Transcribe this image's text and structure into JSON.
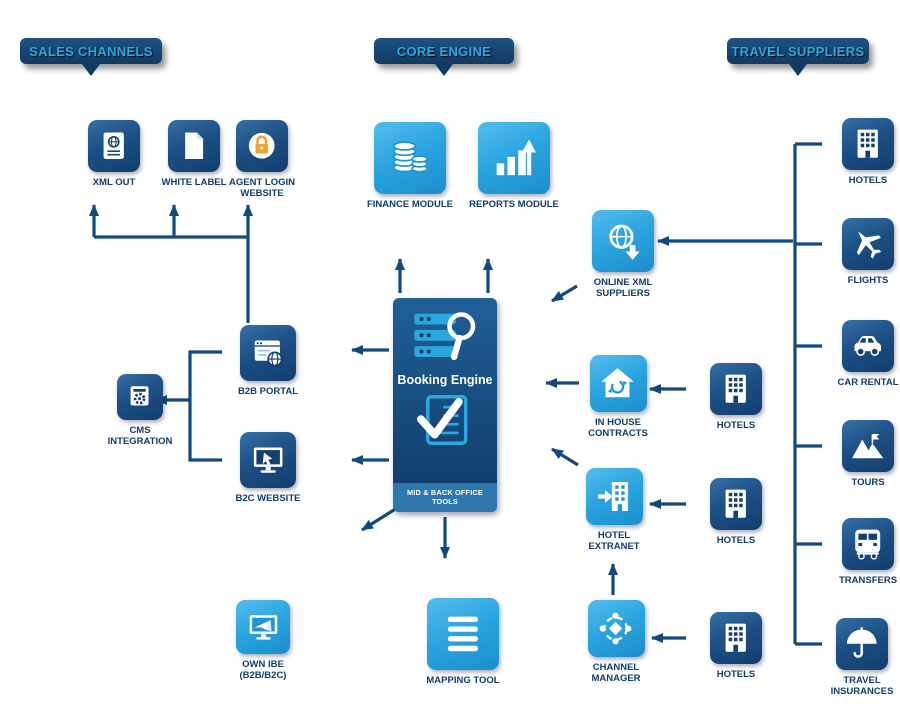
{
  "headers": {
    "sales_channels": "SALES CHANNELS",
    "core_engine": "CORE ENGINE",
    "travel_suppliers": "TRAVEL SUPPLIERS"
  },
  "booking_engine": {
    "title": "Booking Engine",
    "footer": "MID & BACK OFFICE TOOLS"
  },
  "nodes": {
    "xml_out": {
      "label": "XML OUT",
      "icon": "stamped-document-icon"
    },
    "white_label": {
      "label": "WHITE LABEL",
      "icon": "document-icon"
    },
    "agent_login": {
      "label": "AGENT LOGIN WEBSITE",
      "icon": "padlock-icon"
    },
    "b2b_portal": {
      "label": "B2B PORTAL",
      "icon": "browser-globe-icon"
    },
    "cms_integration": {
      "label": "CMS INTEGRATION",
      "icon": "gear-device-icon"
    },
    "b2c_website": {
      "label": "B2C WEBSITE",
      "icon": "monitor-cursor-icon"
    },
    "own_ibe": {
      "label": "OWN IBE (B2B/B2C)",
      "icon": "monitor-plane-icon"
    },
    "finance_module": {
      "label": "FINANCE MODULE",
      "icon": "coin-stack-icon"
    },
    "reports_module": {
      "label": "REPORTS MODULE",
      "icon": "bar-chart-icon"
    },
    "mapping_tool": {
      "label": "MAPPING TOOL",
      "icon": "list-icon"
    },
    "online_xml_suppliers": {
      "label": "ONLINE XML SUPPLIERS",
      "icon": "globe-download-icon"
    },
    "in_house_contracts": {
      "label": "IN HOUSE CONTRACTS",
      "icon": "house-sync-icon"
    },
    "hotel_extranet": {
      "label": "HOTEL EXTRANET",
      "icon": "building-entry-icon"
    },
    "channel_manager": {
      "label": "CHANNEL MANAGER",
      "icon": "network-hub-icon"
    },
    "hotels_in_house": {
      "label": "HOTELS",
      "icon": "building-icon"
    },
    "hotels_extranet": {
      "label": "HOTELS",
      "icon": "building-icon"
    },
    "hotels_channel": {
      "label": "HOTELS",
      "icon": "building-icon"
    },
    "hotels": {
      "label": "HOTELS",
      "icon": "building-icon"
    },
    "flights": {
      "label": "FLIGHTS",
      "icon": "airplane-icon"
    },
    "car_rental": {
      "label": "CAR RENTAL",
      "icon": "car-icon"
    },
    "tours": {
      "label": "TOURS",
      "icon": "mountains-icon"
    },
    "transfers": {
      "label": "TRANSFERS",
      "icon": "bus-icon"
    },
    "travel_insurances": {
      "label": "TRAVEL INSURANCES",
      "icon": "umbrella-icon"
    }
  },
  "colors": {
    "navy": "#143F70",
    "bright_blue": "#29A8E0",
    "header_text": "#2AA9E2",
    "arrow": "#134A7E",
    "background": "#FFFFFF"
  }
}
